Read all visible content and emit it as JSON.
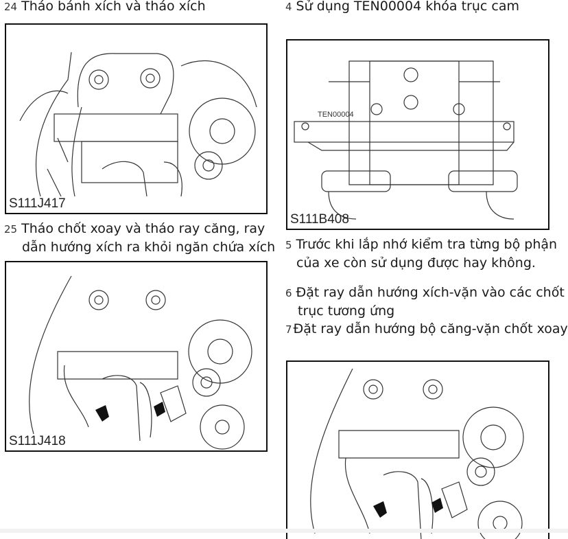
{
  "left_column": {
    "step24": {
      "number": "24",
      "text": "Tháo bánh xích và tháo xích"
    },
    "figure1": {
      "code": "S111J417",
      "description": "engine timing chain cover illustration"
    },
    "step25": {
      "number": "25",
      "line1": "Tháo chốt xoay và tháo ray căng, ray",
      "line2": "dẫn hướng xích ra khỏi ngăn chứa xích"
    },
    "figure2": {
      "code": "S111J418",
      "description": "engine illustration with arrows pointing at pivot pins"
    }
  },
  "right_column": {
    "step4": {
      "number": "4",
      "text": "Sử dụng TEN00004 khóa trục cam"
    },
    "figure3": {
      "code": "S111B408",
      "callout": "TEN00004",
      "description": "camshaft locking tool on cylinder head"
    },
    "step5": {
      "number": "5",
      "line1": "Trước khi lắp nhớ kiểm tra từng bộ phận",
      "line2": "của xe còn sử dụng được hay không."
    },
    "step6": {
      "number": "6",
      "line1": "Đặt ray dẫn hướng xích-vặn vào các chốt",
      "line2": "trục tương ứng"
    },
    "step7": {
      "number": "7",
      "text": "Đặt ray dẫn hướng bộ căng-vặn chốt xoay"
    },
    "figure4": {
      "description": "engine illustration with arrows (partially visible)"
    }
  }
}
